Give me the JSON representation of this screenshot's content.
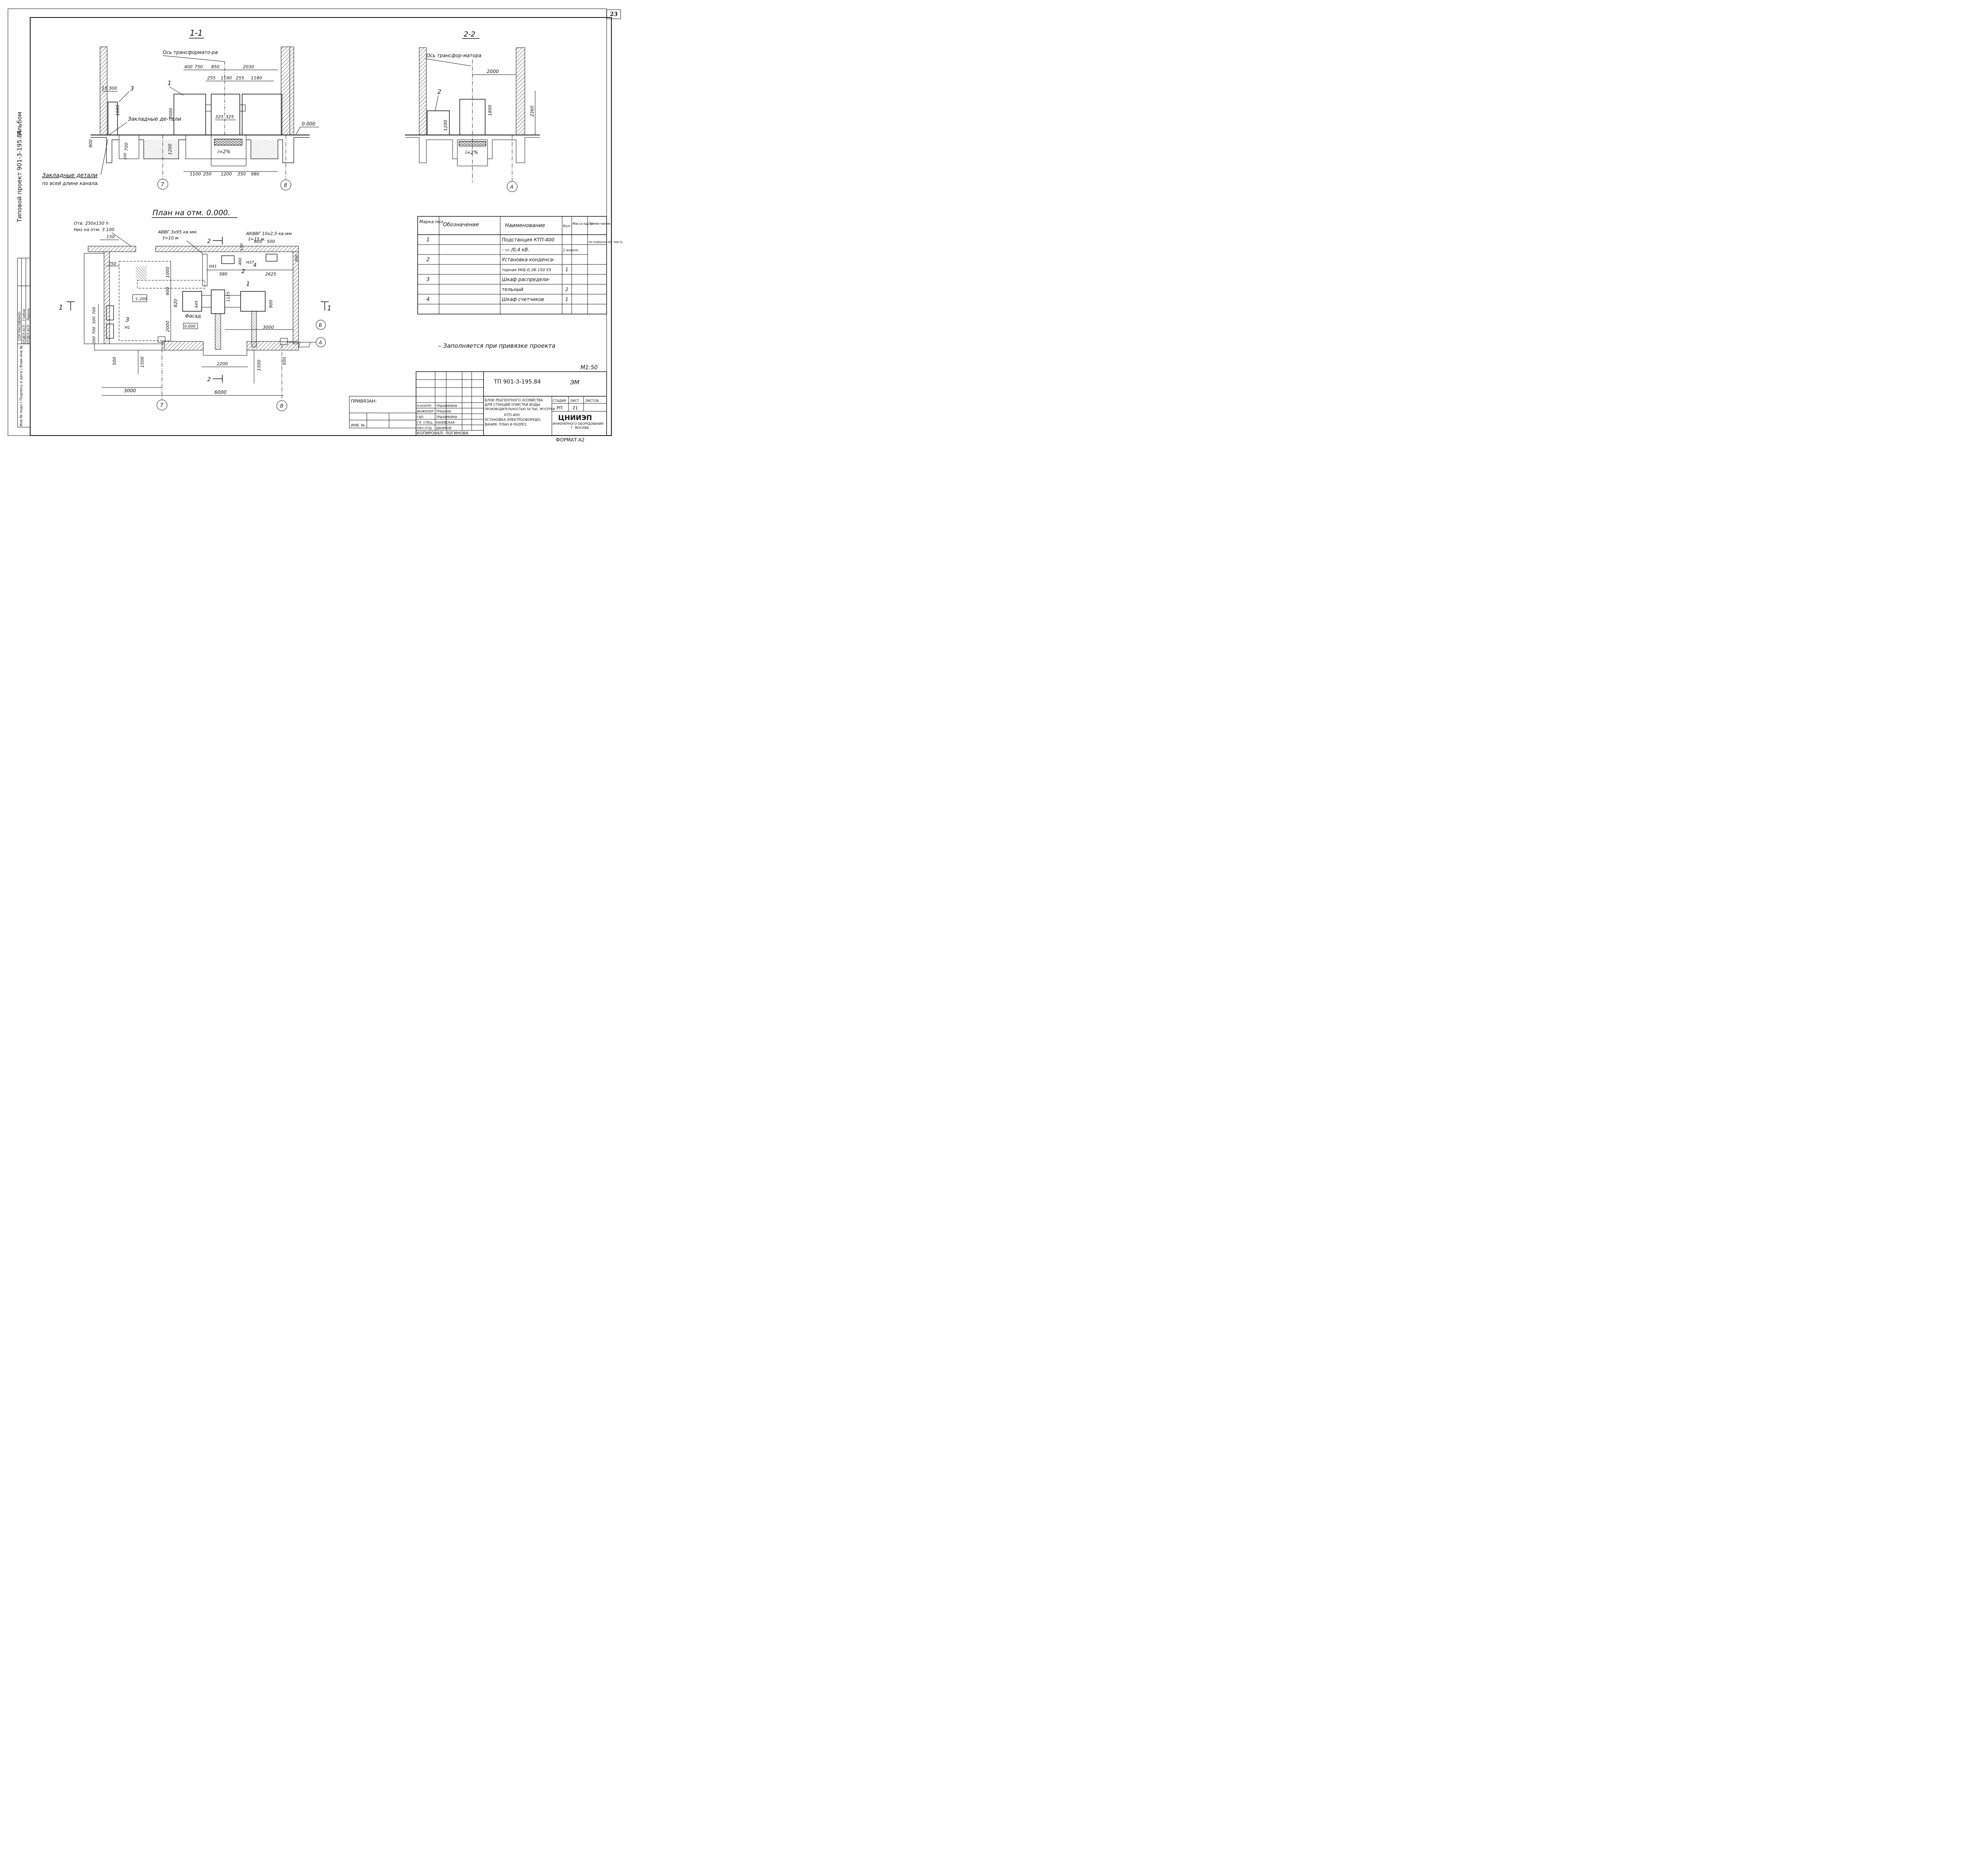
{
  "sheet": {
    "number": "23"
  },
  "side": {
    "album": "Альбом",
    "project": "Типовой проект 901-3-195.84",
    "approved": "СОГЛАСОВАНО:",
    "approvals": [
      {
        "dept": "ОТДЕЛ АСП",
        "name": "Глебов"
      },
      {
        "dept": "ОТДЕЛ АСП",
        "name": "Левина"
      }
    ],
    "inv_strip": "Инв № подл | Подпись и дата | Взам инв №"
  },
  "section11": {
    "title": "1-1",
    "axis_note": "Ось трансформато-ра",
    "labels": [
      "1",
      "3",
      "7",
      "8"
    ],
    "embedded_top": "Закладные де-тали",
    "embedded_bottom": "Закладные детали",
    "along_channel": "по всей длине канала.",
    "slope": "i=2%",
    "level": "0.000",
    "dims_top": [
      "400",
      "750",
      "850",
      "2030",
      "255",
      "1190",
      "255",
      "1180",
      "15",
      "300"
    ],
    "dims_vert": [
      "1600",
      "2000",
      "1200",
      "700",
      "900",
      "200"
    ],
    "dims_inner": [
      "325",
      "325"
    ],
    "dims_bottom": [
      "1100",
      "250",
      "1200",
      "350",
      "980"
    ]
  },
  "section22": {
    "title": "2-2",
    "axis_note": "Ось трансфор-матора",
    "labels": [
      "2",
      "А"
    ],
    "dims": [
      "2000",
      "1200",
      "1800",
      "2360"
    ],
    "slope": "i=2%"
  },
  "plan": {
    "title": "План на отм. 0.000.",
    "opening": "Отв. 250х150 h",
    "opening_level": "Низ на отм. 3.100",
    "cable1": "АВВГ 3х95 кв.мм.",
    "cable1_len": "ℓ=10 м",
    "cable2": "АКВВГ 10х2,5 кв.мм",
    "cable2_len": "ℓ=15 м.",
    "facade": "Фасад",
    "level": "0.000",
    "pit_level": "-1.200",
    "tags": [
      "Н41",
      "Н37",
      "Н1"
    ],
    "labels": [
      "1",
      "2",
      "3",
      "4",
      "1",
      "1",
      "2",
      "2",
      "Б",
      "А",
      "7",
      "8"
    ],
    "dims": [
      "150",
      "600",
      "500",
      "100",
      "750",
      "1000",
      "460",
      "580",
      "2625",
      "900",
      "820",
      "445",
      "1125",
      "900",
      "2000",
      "700",
      "300",
      "700",
      "300",
      "3000",
      "500",
      "1500",
      "2200",
      "1500",
      "500",
      "3000",
      "6000",
      "360"
    ]
  },
  "spec": {
    "headers": [
      "Марка поз.",
      "Обозначение",
      "Наименование",
      "Кол.",
      "Масса ед, кг",
      "Приме-чание"
    ],
    "rows": [
      [
        "1",
        "",
        "Подстанция КТП-400",
        "",
        "",
        "по опросно-му листу ЭМ 001"
      ],
      [
        "",
        "",
        "- ▭ /0,4 кВ.",
        "1 компл.",
        "",
        ""
      ],
      [
        "2",
        "",
        "Установка конденса-",
        "",
        "",
        ""
      ],
      [
        "",
        "",
        "торная УКБ-0,38-150 У3",
        "1",
        "",
        ""
      ],
      [
        "3",
        "",
        "Шкаф распредели-",
        "",
        "",
        ""
      ],
      [
        "",
        "",
        "тельный",
        "2",
        "",
        ""
      ],
      [
        "4",
        "",
        "Шкаф счетчиков",
        "1",
        "",
        ""
      ],
      [
        "",
        "",
        "",
        "",
        "",
        ""
      ]
    ],
    "note": "– Заполняется при привязке проекта"
  },
  "stamp": {
    "scale": "М1:50",
    "code": "ТП 901-3-195.84",
    "mark": "ЭМ",
    "bound": "ПРИВЯЗАН:",
    "inv": "ИНВ. №",
    "people": [
      {
        "role": "Н.КОНТР.",
        "name": "ТРЫХАНКИНА"
      },
      {
        "role": "ИНЖЕНЕР",
        "name": "ТРУШИНА"
      },
      {
        "role": "ГАП",
        "name": "ТРЫХАНКИНА"
      },
      {
        "role": "ГЛ. СПЕЦ.",
        "name": "КАНЕВСКАЯ"
      },
      {
        "role": "НАЧ.ОТД.",
        "name": "ДАНИЛОВ"
      }
    ],
    "copied": "КОПИРОВАЛ: ЛОГИНОВА",
    "desc1": [
      "БЛОК РЕАГЕНТНОГО ХОЗЯЙСТВА",
      "ДЛЯ СТАНЦИЙ ОЧИСТКИ ВОДЫ",
      "ПРОИЗВОДИТЕЛЬНОСТЬЮ 50 ТЫС. М³/СУТКИ"
    ],
    "desc2": [
      "КТП-400",
      "УСТАНОВКА ЭЛЕКТРООБОРУДО-",
      "ВАНИЯ. ПЛАН И РАЗРЕЗ."
    ],
    "stage_h": "СТАДИЯ",
    "sheet_h": "ЛИСТ",
    "sheets_h": "ЛИСТОВ",
    "stage": "РП",
    "sheet": "21",
    "org": "ЦНИИЭП",
    "org_sub": "ИНЖЕНЕРНОГО ОБОРУДОВАНИЯ",
    "city": "Г. МОСКВА",
    "format": "ФОРМАТ А2"
  }
}
